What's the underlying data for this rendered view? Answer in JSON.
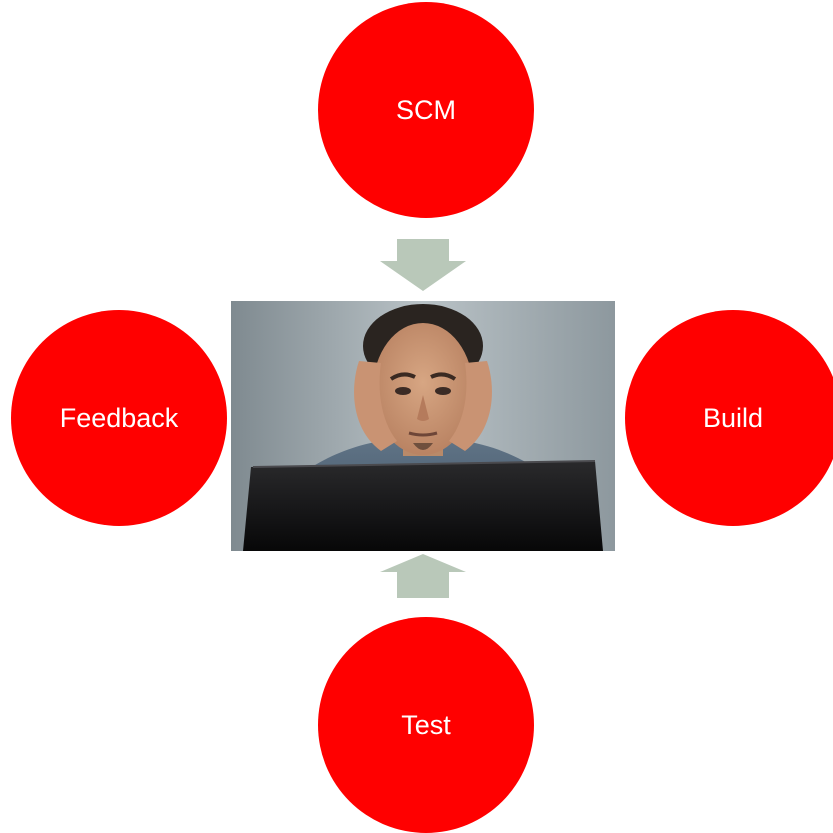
{
  "diagram": {
    "nodes": [
      {
        "id": "scm",
        "label": "SCM"
      },
      {
        "id": "feedback",
        "label": "Feedback"
      },
      {
        "id": "build",
        "label": "Build"
      },
      {
        "id": "test",
        "label": "Test"
      }
    ],
    "colors": {
      "node": "#ff0000",
      "arrow": "#b9c8b9",
      "text": "#ffffff"
    }
  }
}
